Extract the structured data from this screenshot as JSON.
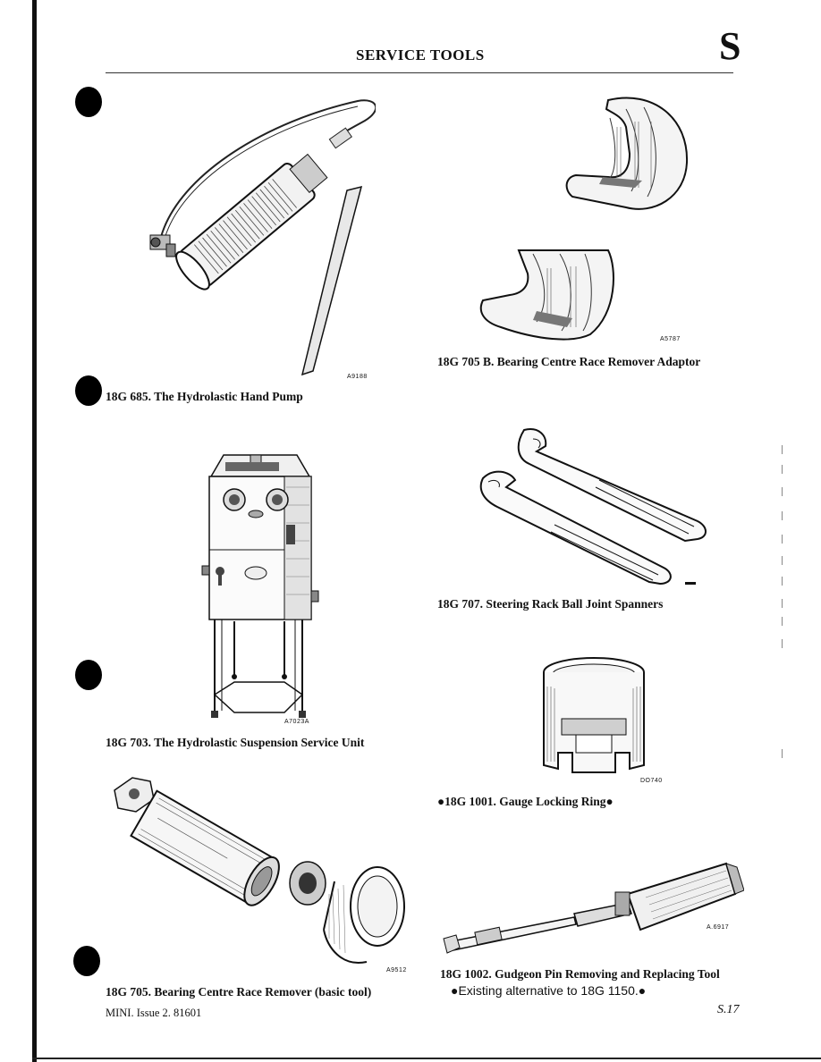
{
  "header": {
    "title": "SERVICE TOOLS",
    "section_letter": "S"
  },
  "tools": [
    {
      "caption": "18G 685. The Hydrolastic Hand Pump",
      "ref": "A9188"
    },
    {
      "caption": "18G 705 B. Bearing Centre Race Remover Adaptor",
      "ref": "A5787"
    },
    {
      "caption": "18G 707. Steering Rack Ball Joint Spanners",
      "ref": ""
    },
    {
      "caption": "18G 703. The Hydrolastic Suspension Service Unit",
      "ref": "A7023A"
    },
    {
      "caption": "●18G 1001. Gauge Locking Ring●",
      "ref": "DO740"
    },
    {
      "caption": "18G 705. Bearing Centre Race Remover (basic tool)",
      "ref": "A9512"
    },
    {
      "caption": "18G 1002. Gudgeon Pin Removing and Replacing Tool",
      "subcaption": "●Existing alternative to 18G 1150.●",
      "ref": "A.6917"
    }
  ],
  "footer": {
    "left": "MINI.  Issue 2.  81601",
    "page": "S.17"
  }
}
